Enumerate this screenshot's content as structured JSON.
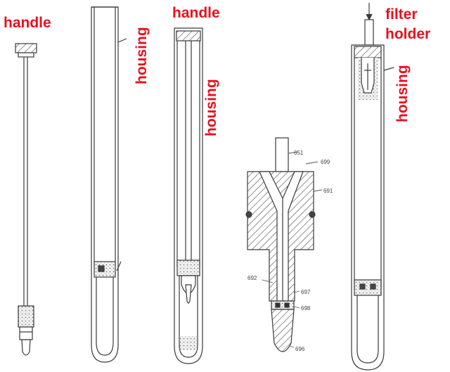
{
  "labels": {
    "handle_left": "handle",
    "housing_tube2": "housing",
    "handle_tube3": "handle",
    "housing_tube3": "housing",
    "filter": "filter",
    "holder": "holder",
    "housing_right": "housing"
  },
  "refs": {
    "r651": "651",
    "r699": "699",
    "r691": "691",
    "r692": "692",
    "r697": "697",
    "r698": "698",
    "r696": "696"
  },
  "colors": {
    "label": "#e8101e",
    "line": "#3a3a3a",
    "fill": "#c8c8c8"
  }
}
